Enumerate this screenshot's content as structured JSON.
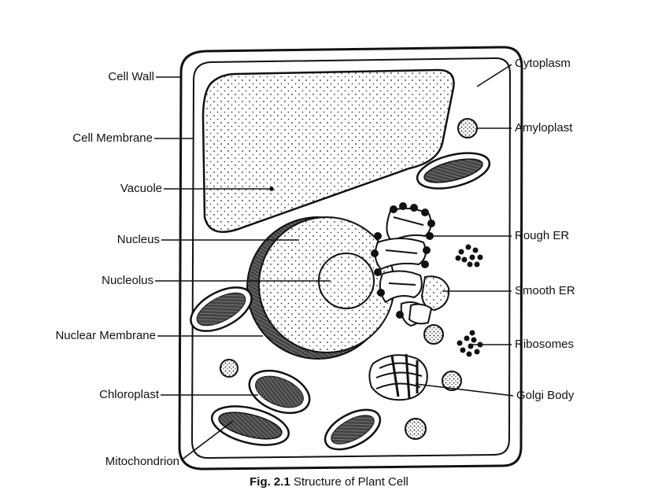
{
  "labels_left": [
    {
      "key": "cell_wall",
      "text": "Cell Wall"
    },
    {
      "key": "cell_membrane",
      "text": "Cell Membrane"
    },
    {
      "key": "vacuole",
      "text": "Vacuole"
    },
    {
      "key": "nucleus",
      "text": "Nucleus"
    },
    {
      "key": "nucleolus",
      "text": "Nucleolus"
    },
    {
      "key": "nuclear_membrane",
      "text": "Nuclear Membrane"
    },
    {
      "key": "chloroplast",
      "text": "Chloroplast"
    },
    {
      "key": "mitochondrion",
      "text": "Mitochondrion"
    }
  ],
  "labels_right": [
    {
      "key": "cytoplasm",
      "text": "Cytoplasm"
    },
    {
      "key": "amyloplast",
      "text": "Amyloplast"
    },
    {
      "key": "rough_er",
      "text": "Rough ER"
    },
    {
      "key": "smooth_er",
      "text": "Smooth ER"
    },
    {
      "key": "ribosomes",
      "text": "Ribosomes"
    },
    {
      "key": "golgi_body",
      "text": "Golgi Body"
    }
  ],
  "caption": {
    "fig": "Fig. 2.1",
    "title": "Structure of Plant Cell"
  }
}
